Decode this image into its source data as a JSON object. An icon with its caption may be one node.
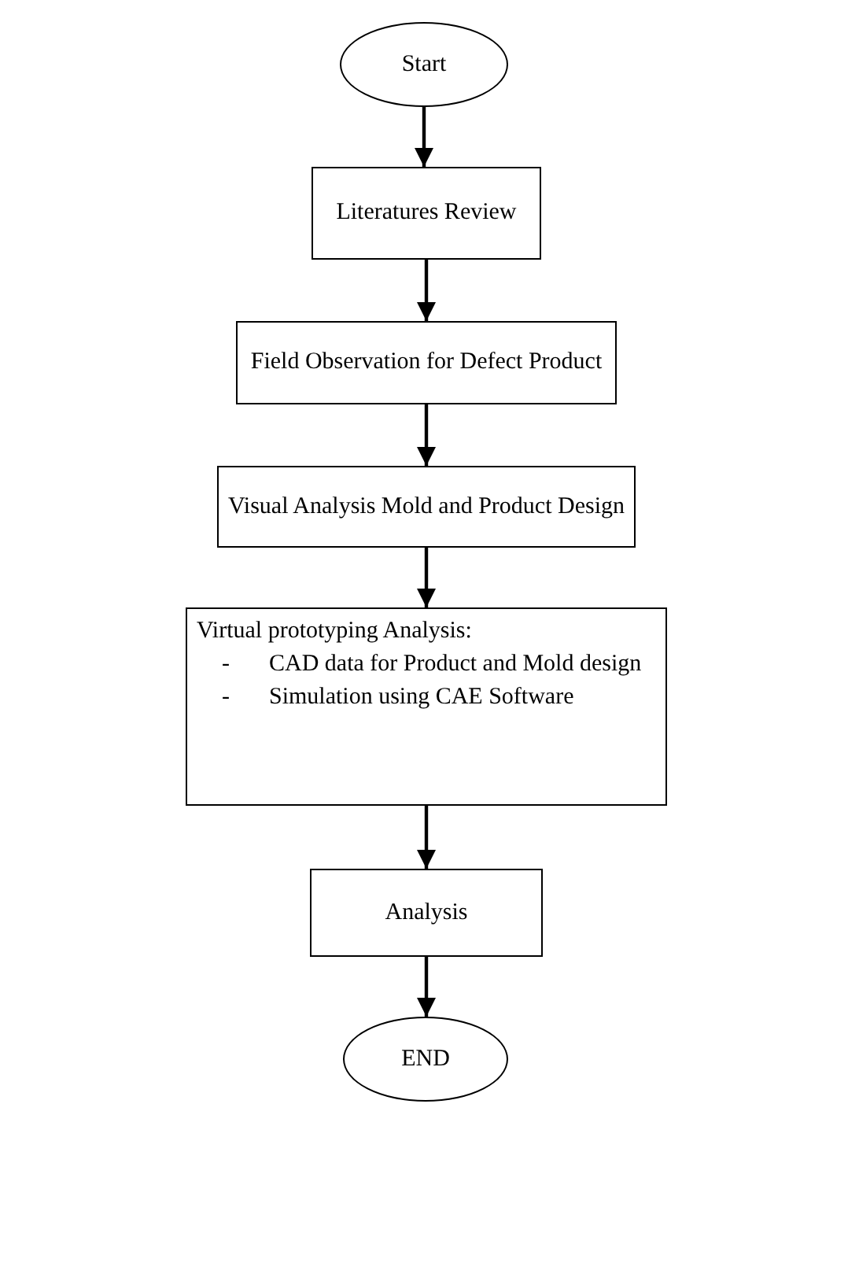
{
  "diagram": {
    "nodes": [
      {
        "text": [
          "Start"
        ]
      },
      {
        "text": [
          "Literatures Review"
        ]
      },
      {
        "text": [
          "Field Observation for Defect Product"
        ]
      },
      {
        "text": [
          "Visual Analysis Mold and Product Design"
        ]
      },
      {
        "text": [
          "Virtual prototyping Analysis:",
          "-",
          "CAD data for Product and Mold design",
          "-",
          "Simulation using CAE Software"
        ]
      },
      {
        "text": [
          "Analysis"
        ]
      },
      {
        "text": [
          "END"
        ]
      }
    ],
    "edges": [
      {
        "from": 0,
        "to": 1,
        "arrow": "to"
      },
      {
        "from": 1,
        "to": 2,
        "arrow": "to"
      },
      {
        "from": 2,
        "to": 3,
        "arrow": "to"
      },
      {
        "from": 3,
        "to": 4,
        "arrow": "to"
      },
      {
        "from": 4,
        "to": 5,
        "arrow": "to"
      },
      {
        "from": 5,
        "to": 6,
        "arrow": "to"
      }
    ]
  }
}
